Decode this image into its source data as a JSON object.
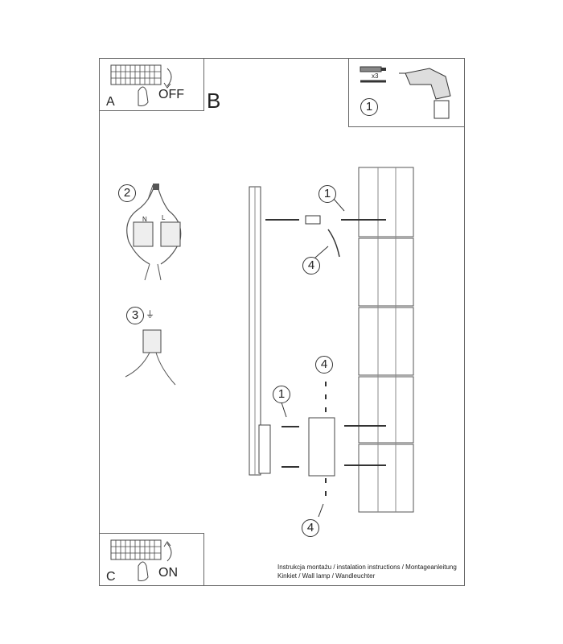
{
  "sections": {
    "a": {
      "letter": "A",
      "switch_label": "OFF"
    },
    "b": {
      "letter": "B"
    },
    "c": {
      "letter": "C",
      "switch_label": "ON"
    }
  },
  "tools": {
    "quantity": "x3"
  },
  "callouts": {
    "c1_tools": "1",
    "c2": "2",
    "c3": "3",
    "c1_top": "1",
    "c4_top": "4",
    "c1_bottom": "1",
    "c4_mid": "4",
    "c4_bottom": "4"
  },
  "wiring": {
    "n": "N",
    "l": "L"
  },
  "caption": {
    "line1": "Instrukcja montażu / instalation instructions / Montageanleitung",
    "line2": "Kinkiet / Wall lamp / Wandleuchter"
  }
}
